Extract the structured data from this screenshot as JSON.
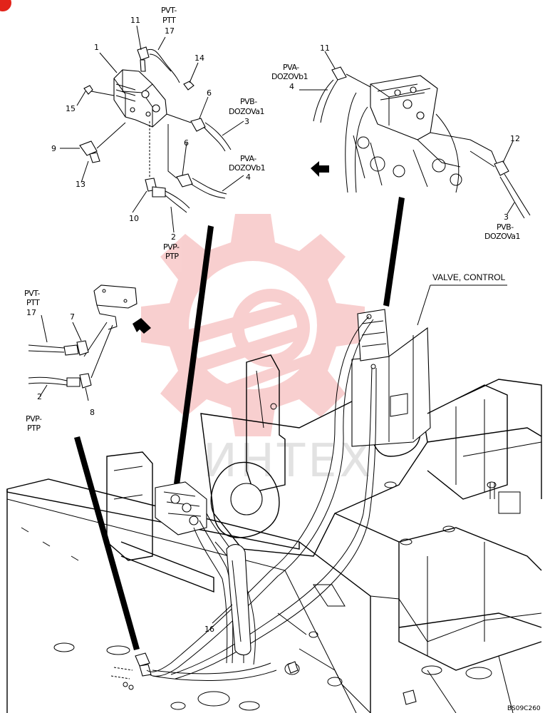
{
  "drawing_code": "BS09C260",
  "watermark_text": "ИНТЕХ",
  "valve_label": "VALVE, CONTROL",
  "part_numbers": {
    "p1": "1",
    "p2a": "2",
    "p2b": "2",
    "p3a": "3",
    "p3b": "3",
    "p4a": "4",
    "p4b": "4",
    "p6a": "6",
    "p6b": "6",
    "p7": "7",
    "p8": "8",
    "p9": "9",
    "p10": "10",
    "p11a": "11",
    "p11b": "11",
    "p12": "12",
    "p13": "13",
    "p14": "14",
    "p15": "15",
    "p16": "16",
    "p17a": "17",
    "p17b": "17"
  },
  "port_labels": {
    "pvt_ptt_top_1": "PVT-",
    "pvt_ptt_top_2": "PTT",
    "pvb_dozova1_mid_1": "PVB-",
    "pvb_dozova1_mid_2": "DOZOVa1",
    "pva_dozovb1_mid_1": "PVA-",
    "pva_dozovb1_mid_2": "DOZOVb1",
    "pvp_ptp_mid_1": "PVP-",
    "pvp_ptp_mid_2": "PTP",
    "pva_dozovb1_right_1": "PVA-",
    "pva_dozovb1_right_2": "DOZOVb1",
    "pvb_dozova1_right_1": "PVB-",
    "pvb_dozova1_right_2": "DOZOVa1",
    "pvt_ptt_left_1": "PVT-",
    "pvt_ptt_left_2": "PTT",
    "pvp_ptp_left_1": "PVP-",
    "pvp_ptp_left_2": "PTP"
  },
  "colors": {
    "watermark_red": "#f4a9a9",
    "ink": "#000000",
    "badge_red": "#e2231a"
  }
}
